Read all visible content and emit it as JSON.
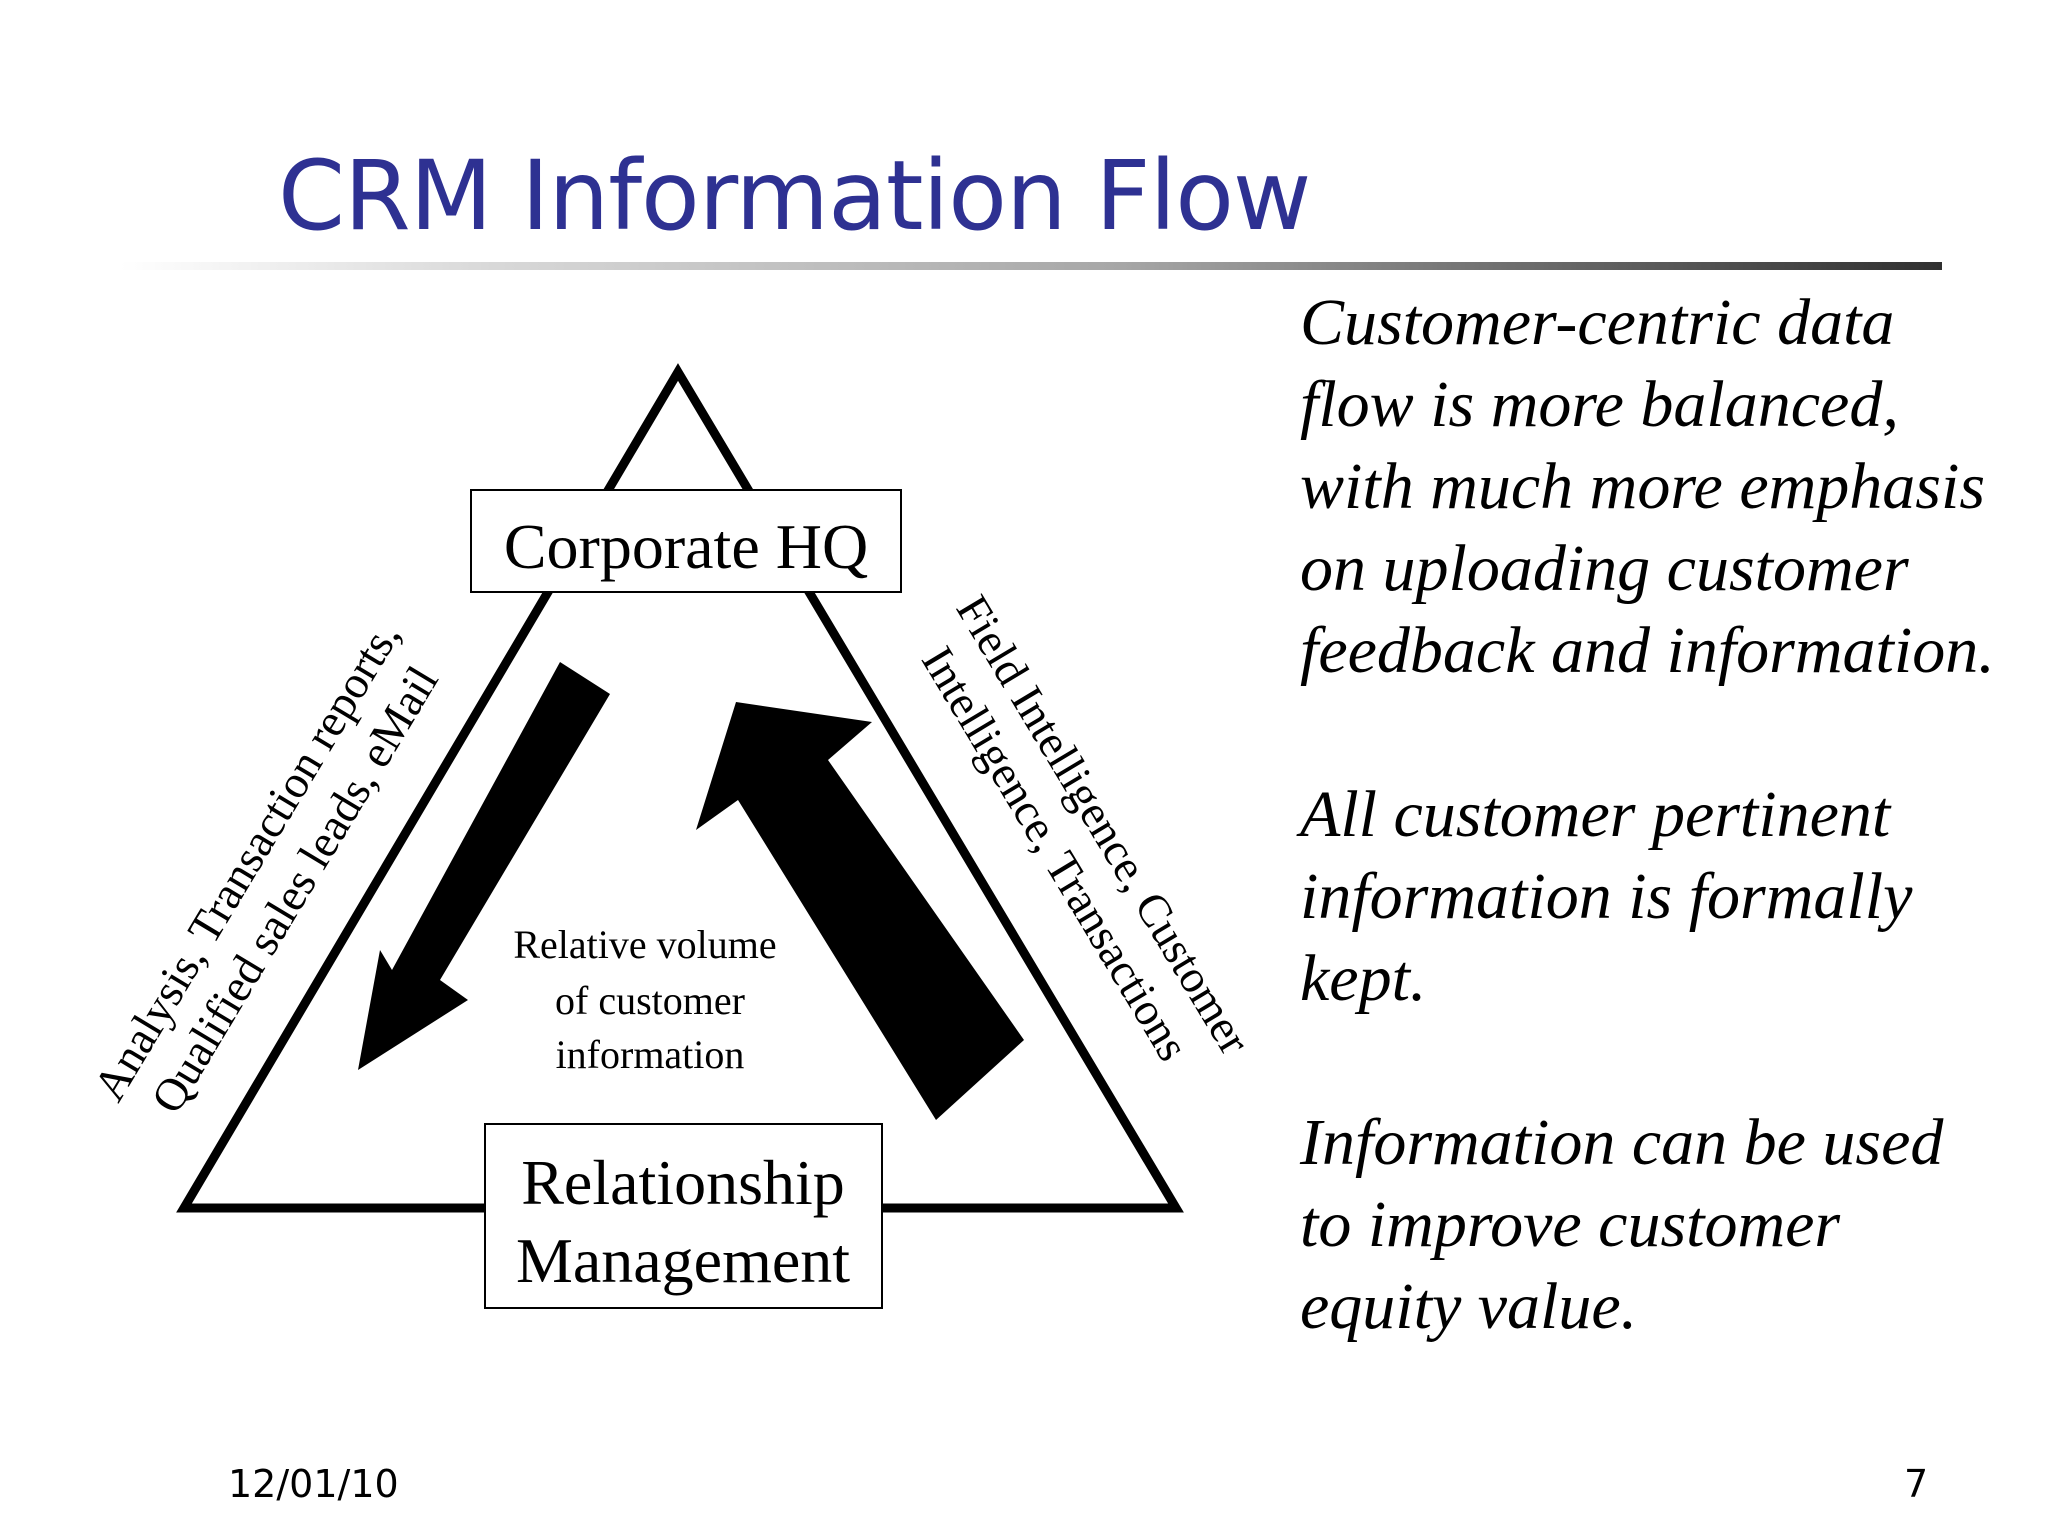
{
  "slide": {
    "title": "CRM Information Flow",
    "footer": {
      "date": "12/01/10",
      "page_number": "7"
    },
    "colors": {
      "title": "#2e3192",
      "diagram": "#000000",
      "background": "#ffffff"
    }
  },
  "diagram": {
    "top_node": "Corporate HQ",
    "bottom_node": {
      "line1": "Relationship",
      "line2": "Management"
    },
    "left_edge": {
      "line1": "Analysis, Transaction reports,",
      "line2": "Qualified sales leads, eMail"
    },
    "right_edge": {
      "line1": "Field Intelligence, Customer",
      "line2": "Intelligence, Transactions"
    },
    "center": {
      "line1": "Relative volume",
      "line2": "of customer",
      "line3": "information"
    },
    "arrows": {
      "down_flow": "small-down-arrow",
      "up_flow": "large-up-arrow"
    }
  },
  "body": {
    "paragraphs": [
      "Customer-centric data flow is more balanced, with much more emphasis on uploading customer feedback and information.",
      "All customer pertinent information is formally kept.",
      "Information can be used to improve customer equity value."
    ]
  }
}
